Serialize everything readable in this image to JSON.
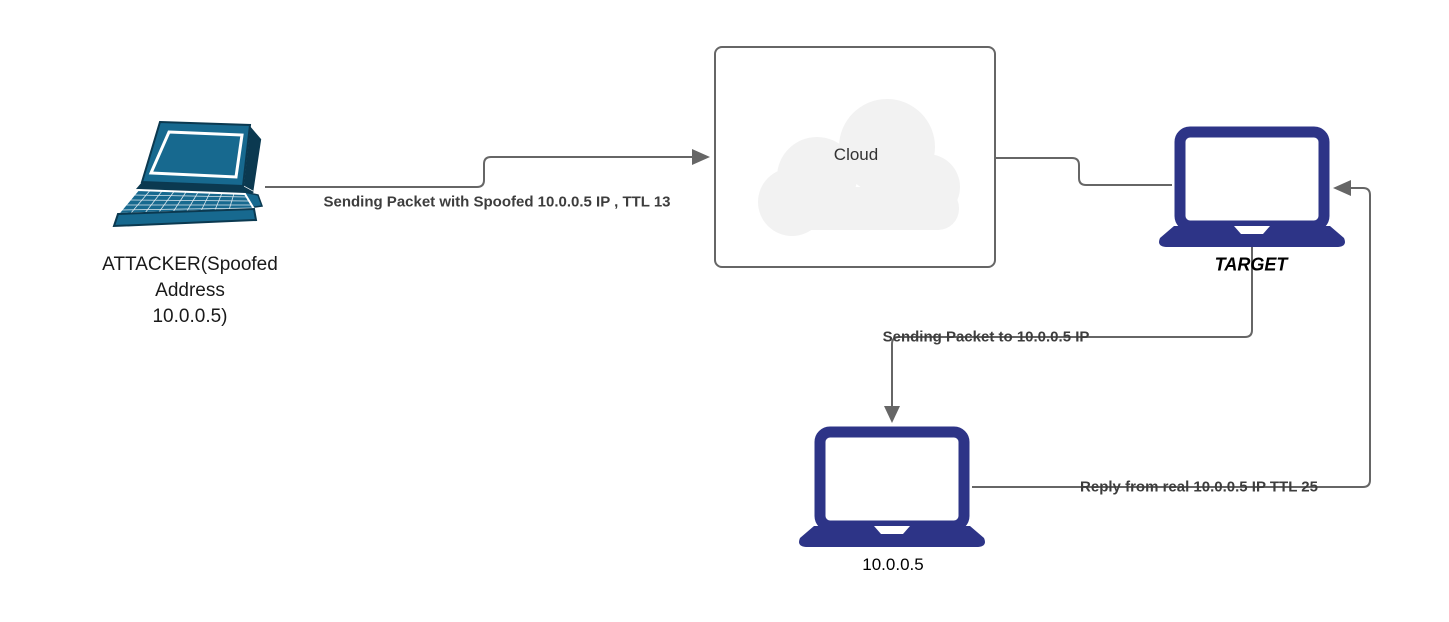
{
  "nodes": {
    "attacker": {
      "label": "ATTACKER(Spoofed\nAddress\n10.0.0.5)",
      "icon": "laptop-perspective-icon"
    },
    "cloud": {
      "label": "Cloud",
      "icon": "cloud-icon"
    },
    "target": {
      "label": "TARGET",
      "icon": "laptop-icon"
    },
    "real_host": {
      "label": "10.0.0.5",
      "icon": "laptop-icon"
    }
  },
  "edges": {
    "attacker_to_cloud": {
      "label": "Sending Packet with Spoofed 10.0.0.5 IP , TTL 13"
    },
    "target_to_real_host": {
      "label": "Sending Packet to 10.0.0.5 IP"
    },
    "real_host_to_target": {
      "label": "Reply from real 10.0.0.5 IP TTL 25"
    }
  },
  "colors": {
    "edge_line": "#666666",
    "cloud_box_border": "#666666",
    "cloud_shape_fill": "#f2f2f2",
    "attacker_laptop_fill": "#17698f",
    "attacker_laptop_dark": "#0b3950",
    "navy_laptop_fill": "#2d3487",
    "edge_label_text": "#3d3d3d",
    "node_label_text": "#1a1a1a",
    "cloud_label_text": "#333333"
  }
}
